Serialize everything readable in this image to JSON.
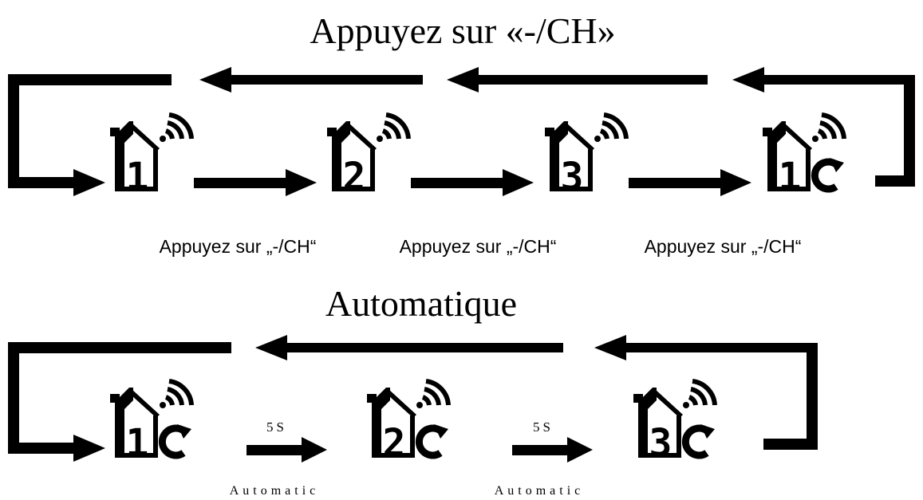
{
  "manual": {
    "title": "Appuyez sur «-/CH»",
    "step_labels": [
      "Appuyez sur „-/CH“",
      "Appuyez sur „-/CH“",
      "Appuyez sur „-/CH“"
    ],
    "channels": [
      {
        "number": "1",
        "cycle": false
      },
      {
        "number": "2",
        "cycle": false
      },
      {
        "number": "3",
        "cycle": false
      },
      {
        "number": "1",
        "cycle": true
      }
    ]
  },
  "auto": {
    "title": "Automatique",
    "delay_labels": [
      "5S",
      "5S"
    ],
    "step_labels": [
      "Automatic",
      "Automatic"
    ],
    "channels": [
      {
        "number": "1",
        "cycle": true
      },
      {
        "number": "2",
        "cycle": true
      },
      {
        "number": "3",
        "cycle": true
      }
    ]
  },
  "colors": {
    "ink": "#000000",
    "background": "#ffffff"
  }
}
